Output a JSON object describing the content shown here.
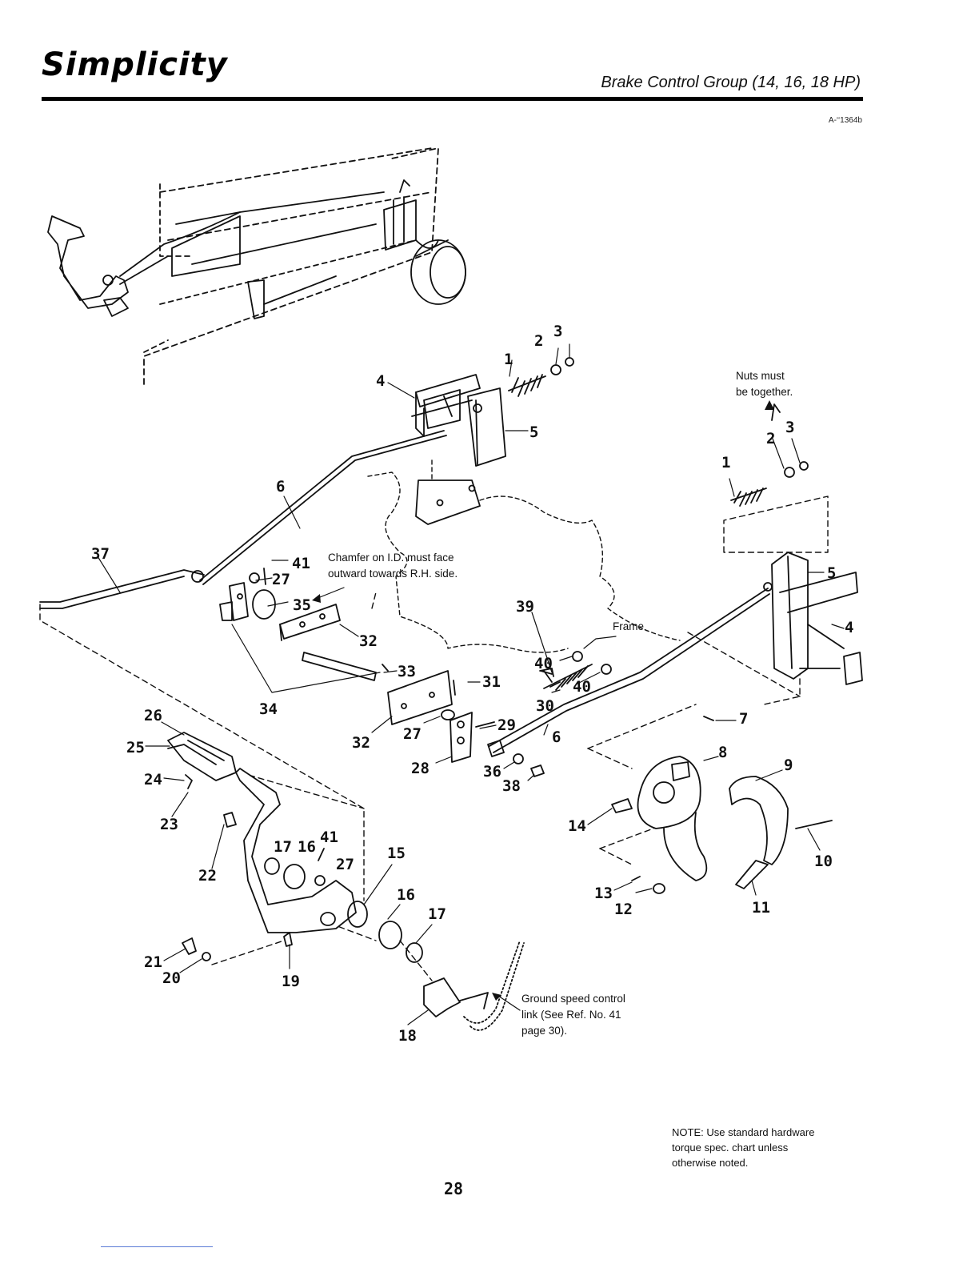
{
  "header": {
    "brand": "Simplicity",
    "title": "Brake Control Group (14, 16, 18 HP)",
    "drawing_number": "A-‘‘1364b"
  },
  "diagram": {
    "notes": {
      "nuts_line1": "Nuts must",
      "nuts_line2": "be together.",
      "chamfer_line1": "Chamfer on I.D. must face",
      "chamfer_line2": "outward towards R.H. side.",
      "frame": "Frame",
      "ground_line1": "Ground speed control",
      "ground_line2": "link (See Ref. No. 41",
      "ground_line3": "page 30)."
    },
    "callouts": [
      "1",
      "2",
      "3",
      "4",
      "5",
      "6",
      "37",
      "41",
      "27",
      "35",
      "32",
      "33",
      "31",
      "34",
      "32",
      "27",
      "29",
      "28",
      "39",
      "40",
      "40",
      "30",
      "6",
      "36",
      "38",
      "1",
      "2",
      "3",
      "5",
      "4",
      "7",
      "8",
      "9",
      "10",
      "11",
      "12",
      "13",
      "14",
      "26",
      "25",
      "24",
      "23",
      "22",
      "17",
      "16",
      "41",
      "27",
      "15",
      "16",
      "17",
      "21",
      "20",
      "19",
      "18"
    ]
  },
  "footer": {
    "note_line1": "NOTE: Use standard hardware",
    "note_line2": "torque spec. chart unless",
    "note_line3": "otherwise noted.",
    "page_number": "28"
  }
}
